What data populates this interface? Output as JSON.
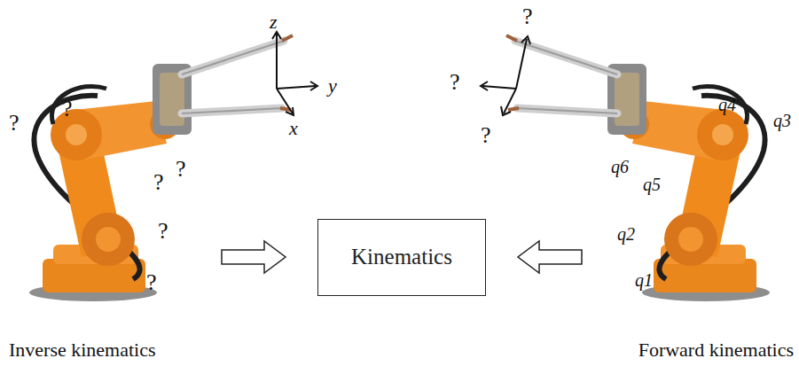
{
  "diagram": {
    "nodes": [
      {
        "text": [
          "Kinematics"
        ]
      }
    ],
    "labels": [
      "?",
      "?",
      "?",
      "?",
      "?",
      "?",
      "z",
      "y",
      "x",
      "?",
      "?",
      "?",
      "q4",
      "q3",
      "q6",
      "q5",
      "q2",
      "q1",
      "Inverse kinematics",
      "Forward kinematics"
    ]
  }
}
